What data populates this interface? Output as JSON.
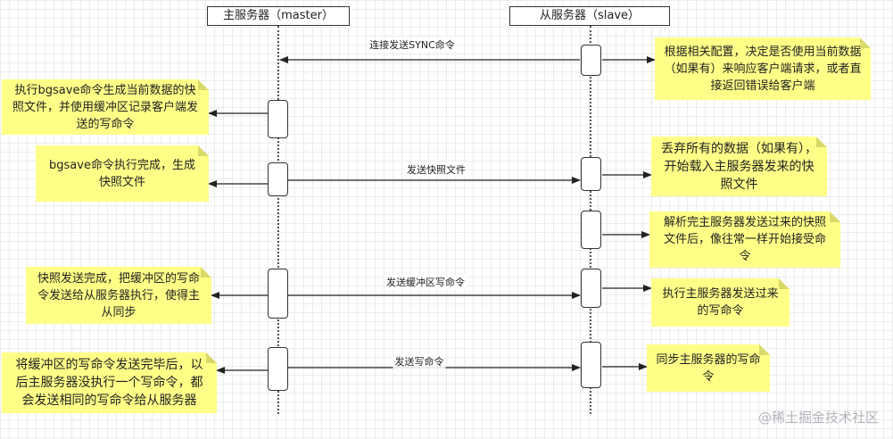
{
  "participants": {
    "master": "主服务器（master）",
    "slave": "从服务器（slave）"
  },
  "messages": {
    "sync": "连接发送SYNC命令",
    "snapshot": "发送快照文件",
    "buffer": "发送缓冲区写命令",
    "write": "发送写命令"
  },
  "notes": {
    "slave_config": "根据相关配置，决定是否使用当前数据（如果有）来响应客户端请求，或者直接返回错误给客户端",
    "bgsave": "执行bgsave命令生成当前数据的快照文件，并使用缓冲区记录客户端发送的写命令",
    "bgsave_done": "bgsave命令执行完成，生成快照文件",
    "discard_load": "丢弃所有的数据（如果有），开始载入主服务器发来的快照文件",
    "parse_done": "解析完主服务器发送过来的快照文件后，像往常一样开始接受命令",
    "snapshot_sent": "快照发送完成，把缓冲区的写命令发送给从服务器执行，使得主从同步",
    "exec_write": "执行主服务器发送过来的写命令",
    "after_buffer": "将缓冲区的写命令发送完毕后，以后主服务器没执行一个写命令，都会发送相同的写命令给从服务器",
    "sync_write": "同步主服务器的写命令"
  },
  "watermark": "@稀土掘金技术社区",
  "colors": {
    "note_background": "#ffff88",
    "line": "#222222"
  }
}
